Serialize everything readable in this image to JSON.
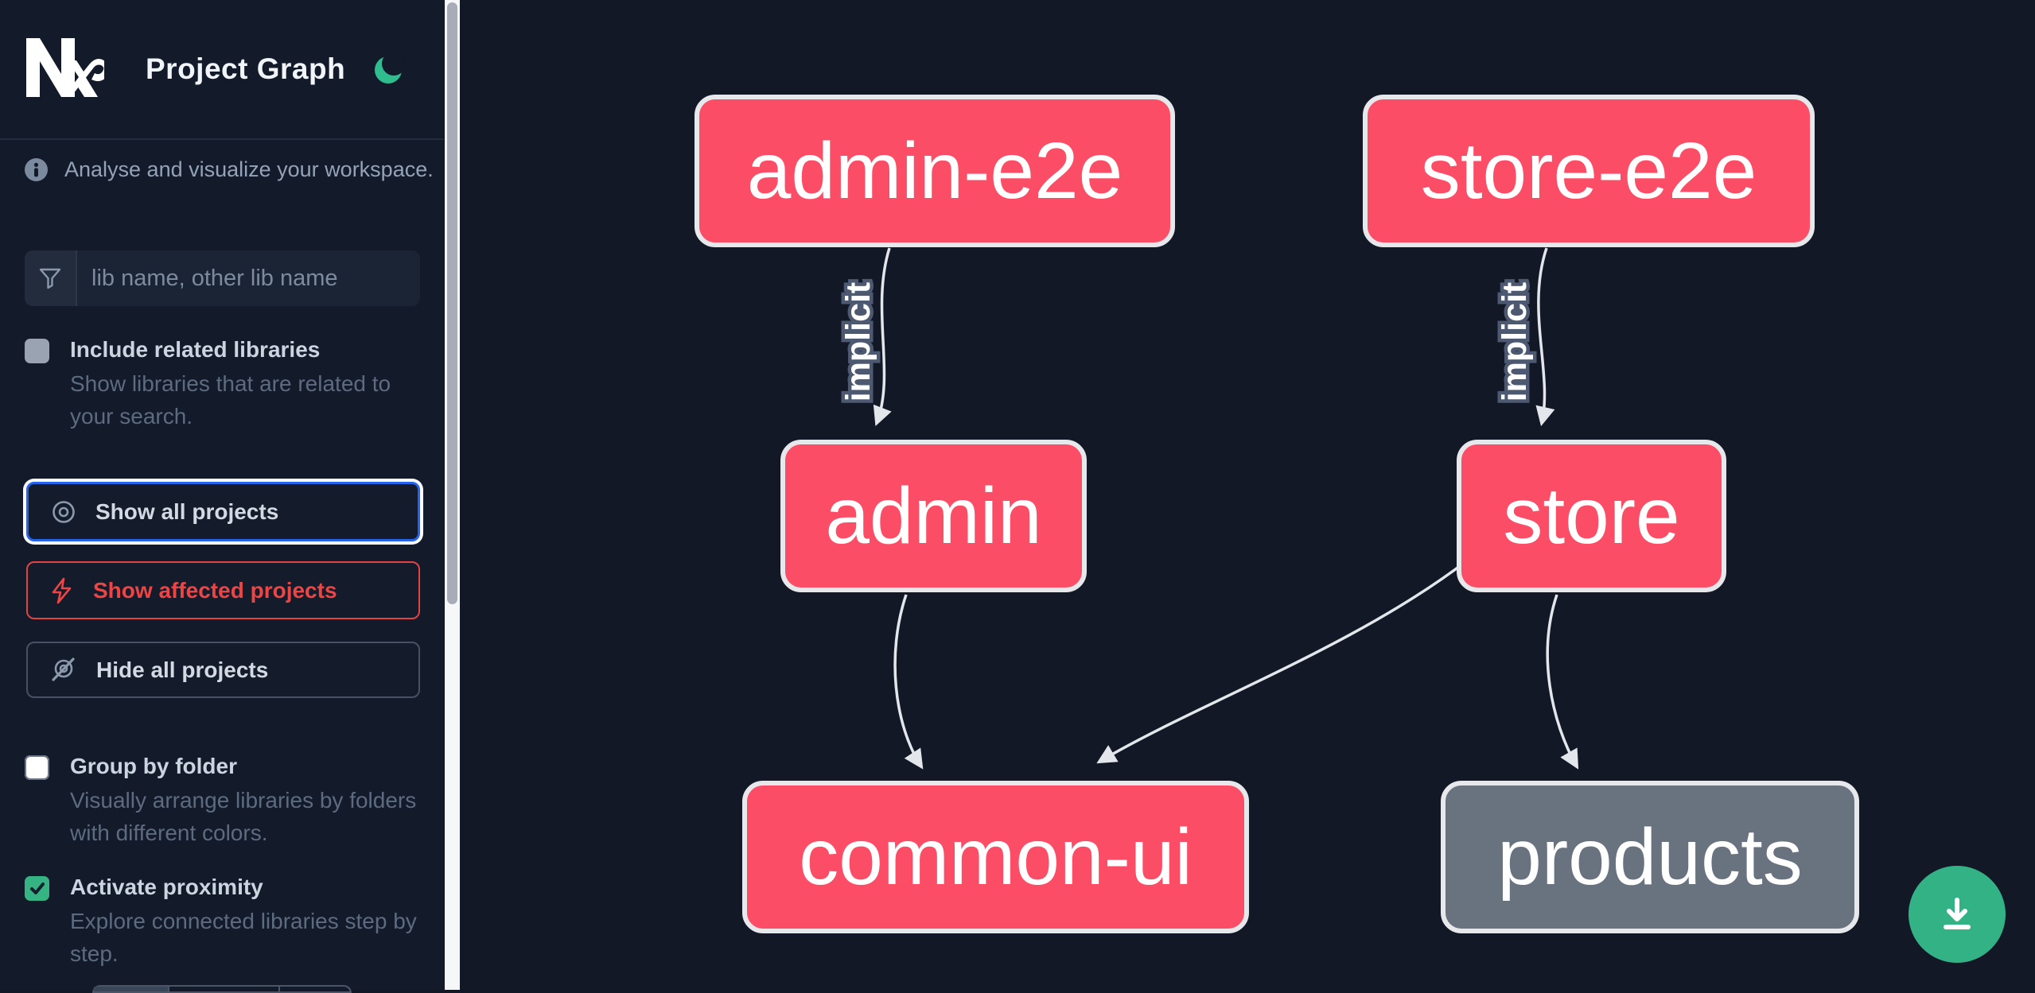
{
  "app": {
    "title": "Project Graph",
    "logo": "nx-logo",
    "theme_toggle": "moon-icon"
  },
  "colors": {
    "background": "#121826",
    "node_pink": "#fb4d66",
    "node_gray": "#69727f",
    "node_border": "#e6e8eb",
    "edge": "#e3e6ea",
    "accent_blue": "#2563eb",
    "accent_red": "#ef4444",
    "accent_green": "#33b286"
  },
  "sidebar": {
    "tagline": "Analyse and visualize your workspace.",
    "search": {
      "icon": "filter-funnel-icon",
      "placeholder": "lib name, other lib name",
      "value": ""
    },
    "include_related": {
      "label": "Include related libraries",
      "description": "Show libraries that are related to your search.",
      "checked": false
    },
    "actions": [
      {
        "id": "show-all-projects",
        "label": "Show all projects",
        "icon": "eye-icon",
        "active": true
      },
      {
        "id": "show-affected-projects",
        "label": "Show affected projects",
        "icon": "bolt-icon",
        "active": false
      },
      {
        "id": "hide-all-projects",
        "label": "Hide all projects",
        "icon": "eye-off-icon",
        "active": false
      }
    ],
    "group_by_folder": {
      "label": "Group by folder",
      "description": "Visually arrange libraries by folders with different colors.",
      "checked": false
    },
    "activate_proximity": {
      "label": "Activate proximity",
      "description": "Explore connected libraries step by step.",
      "checked": true
    }
  },
  "graph": {
    "nodes": [
      {
        "id": "admin-e2e",
        "label": "admin-e2e",
        "color": "pink"
      },
      {
        "id": "store-e2e",
        "label": "store-e2e",
        "color": "pink"
      },
      {
        "id": "admin",
        "label": "admin",
        "color": "pink"
      },
      {
        "id": "store",
        "label": "store",
        "color": "pink"
      },
      {
        "id": "common-ui",
        "label": "common-ui",
        "color": "pink"
      },
      {
        "id": "products",
        "label": "products",
        "color": "gray"
      }
    ],
    "edges": [
      {
        "from": "admin-e2e",
        "to": "admin",
        "label": "implicit"
      },
      {
        "from": "store-e2e",
        "to": "store",
        "label": "implicit"
      },
      {
        "from": "admin",
        "to": "common-ui",
        "label": ""
      },
      {
        "from": "store",
        "to": "common-ui",
        "label": ""
      },
      {
        "from": "store",
        "to": "products",
        "label": ""
      }
    ]
  },
  "fab": {
    "action": "download-graph-image",
    "icon": "download-icon"
  }
}
